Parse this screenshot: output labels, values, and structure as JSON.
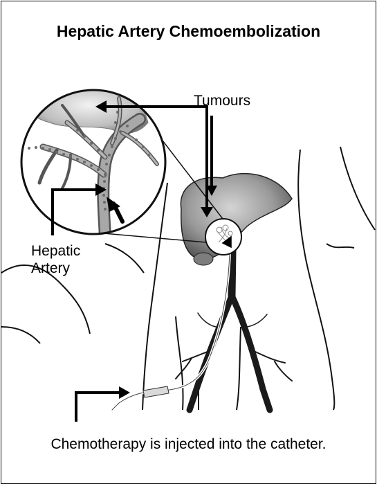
{
  "title": "Hepatic Artery Chemoembolization",
  "labels": {
    "tumours": "Tumours",
    "hepatic_line1": "Hepatic",
    "hepatic_line2": "Artery"
  },
  "caption": "Chemotherapy is injected into the catheter.",
  "colors": {
    "border": "#000000",
    "liver": "#8d8d8d",
    "artery": "#1a1a1a",
    "outline": "#111111"
  }
}
